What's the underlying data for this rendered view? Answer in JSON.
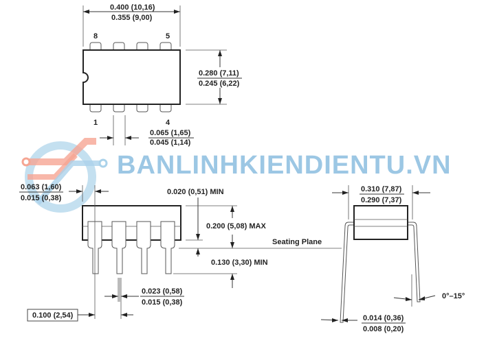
{
  "watermark": {
    "text": "BANLINHKIENDIENTU.VN",
    "colors": {
      "text": "#9cc7e4",
      "logo_red": "#f2876f",
      "logo_blue": "#8ec3e3"
    }
  },
  "top_view": {
    "pin_labels": [
      "8",
      "5",
      "1",
      "4"
    ],
    "width_max": "0.400 (10,16)",
    "width_min": "0.355 (9,00)",
    "height_max": "0.280 (7,11)",
    "height_min": "0.245 (6,22)",
    "pin_width_max": "0.065 (1,65)",
    "pin_width_min": "0.045 (1,14)"
  },
  "side_view": {
    "end_pin_max": "0.063 (1,60)",
    "end_pin_min": "0.015 (0,38)",
    "standoff": "0.020 (0,51) MIN",
    "height": "0.200 (5,08) MAX",
    "lead_length": "0.130 (3,30) MIN",
    "seating_plane": "Seating Plane",
    "lead_width_max": "0.023 (0,58)",
    "lead_width_min": "0.015 (0,38)",
    "pitch": "0.100 (2,54)"
  },
  "end_view": {
    "span_max": "0.310 (7,87)",
    "span_min": "0.290 (7,37)",
    "angle": "0°–15°",
    "thickness_max": "0.014 (0,36)",
    "thickness_min": "0.008 (0,20)"
  }
}
